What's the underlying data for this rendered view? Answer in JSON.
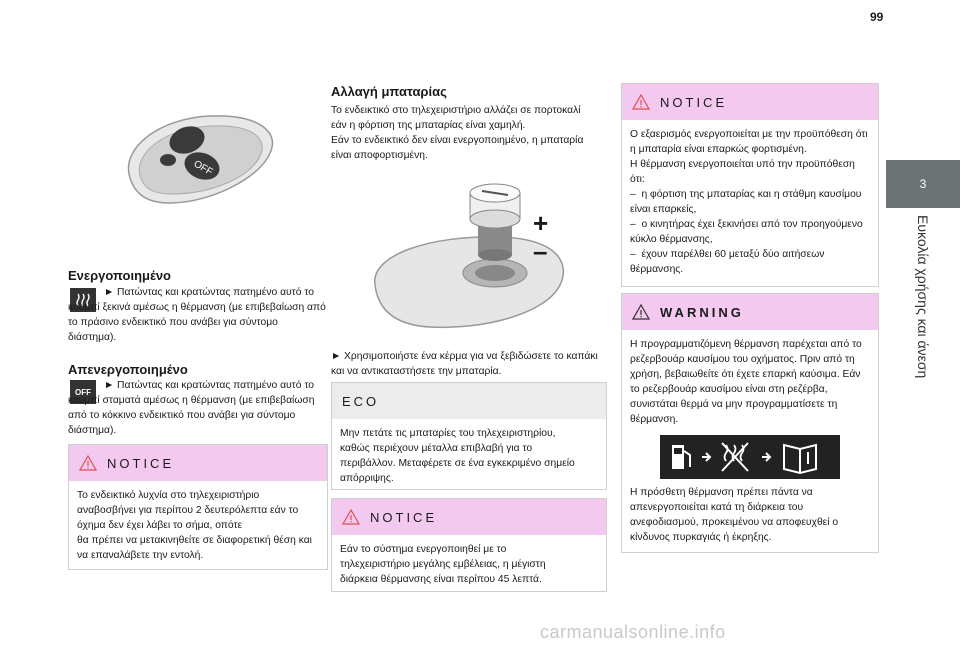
{
  "page_number": "99",
  "side_tab": {
    "number": "3",
    "label": "Ευκολία χρήσης και άνεση"
  },
  "col1": {
    "heading_on": "Ενεργοποιημένο",
    "text_on": "►  Πατώντας και κρατώντας πατημένο αυτό το κουμπί ξεκινά αμέσως η θέρμανση (με επιβεβαίωση από το πράσινο ενδεικτικό που ανάβει για σύντομο διάστημα).",
    "heading_off": "Απενεργοποιημένο",
    "icon_off_label": "OFF",
    "text_off": "►  Πατώντας και κρατώντας πατημένο αυτό το κουμπί σταματά αμέσως η θέρμανση (με επιβεβαίωση από το κόκκινο ενδεικτικό που ανάβει για σύντομο διάστημα).",
    "notice_title": "NOTICE",
    "notice_lines": [
      "Το ενδεικτικό λυχνία στο τηλεχειριστήριο",
      "αναβοσβήνει για περίπου 2 δευτερόλεπτα εάν το",
      "όχημα δεν έχει λάβει το σήμα, οπότε",
      "θα πρέπει να μετακινηθείτε σε διαφορετική θέση και",
      "να επαναλάβετε την εντολή."
    ]
  },
  "col2": {
    "heading": "Αλλαγή μπαταρίας",
    "intro_lines": [
      "Το ενδεικτικό στο τηλεχειριστήριο αλλάζει σε πορτοκαλί",
      "εάν η φόρτιση της μπαταρίας είναι χαμηλή.",
      "Εάν το ενδεικτικό δεν είναι ενεργοποιημένο, η μπαταρία",
      "είναι αποφορτισμένη."
    ],
    "plus": "+",
    "minus": "–",
    "step": "►  Χρησιμοποιήστε ένα κέρμα για να ξεβιδώσετε το καπάκι και να αντικαταστήσετε την μπαταρία.",
    "eco_title": "ECO",
    "eco_lines": [
      "Μην πετάτε τις μπαταρίες του τηλεχειριστηρίου,",
      "καθώς περιέχουν μέταλλα επιβλαβή για το",
      "περιβάλλον. Μεταφέρετε σε ένα εγκεκριμένο σημείο",
      "απόρριψης."
    ],
    "notice_title": "NOTICE",
    "notice_lines": [
      "Εάν το σύστημα ενεργοποιηθεί με το",
      "τηλεχειριστήριο μεγάλης εμβέλειας, η μέγιστη",
      "διάρκεια θέρμανσης είναι περίπου 45 λεπτά."
    ]
  },
  "col3": {
    "notice_title": "NOTICE",
    "notice_lines": [
      "Ο εξαερισμός ενεργοποιείται με την προϋπόθεση ότι",
      "η μπαταρία είναι επαρκώς φορτισμένη.",
      "Η θέρμανση ενεργοποιείται υπό την προϋπόθεση",
      "ότι:",
      "–  η φόρτιση της μπαταρίας και η στάθμη καυσίμου",
      "είναι επαρκείς,",
      "–  ο κινητήρας έχει ξεκινήσει από τον προηγούμενο",
      "κύκλο θέρμανσης,",
      "–  έχουν παρέλθει 60 μεταξύ δύο αιτήσεων",
      "θέρμανσης."
    ],
    "warning_title": "WARNING",
    "warning_lines": [
      "Η προγραμματιζόμενη θέρμανση παρέχεται από το",
      "ρεζερβουάρ καυσίμου του οχήματος. Πριν από τη",
      "χρήση, βεβαιωθείτε ότι έχετε επαρκή καύσιμα. Εάν",
      "το ρεζερβουάρ καυσίμου είναι στη ρεζέρβα,",
      "συνιστάται θερμά να μην προγραμματίσετε τη",
      "θέρμανση."
    ],
    "warning_after_lines": [
      "Η πρόσθετη θέρμανση πρέπει πάντα να",
      "απενεργοποιείται κατά τη διάρκεια του",
      "ανεφοδιασμού, προκειμένου να αποφευχθεί ο",
      "κίνδυνος πυρκαγιάς ή έκρηξης."
    ]
  },
  "watermark": "carmanualsonline.info",
  "colors": {
    "notice": "#f4c9f0",
    "eco": "#ececec",
    "side_tab": "#6b7375"
  }
}
